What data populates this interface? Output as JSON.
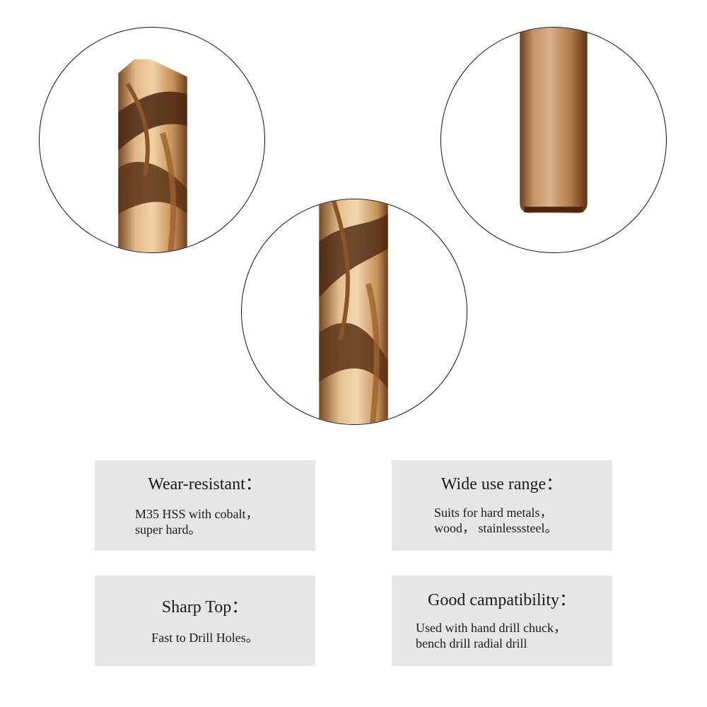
{
  "images": [
    {
      "icon": "drill-bit-tip-icon",
      "description_visible": false
    },
    {
      "icon": "drill-bit-flute-icon",
      "description_visible": false
    },
    {
      "icon": "drill-bit-shank-icon",
      "description_visible": false
    }
  ],
  "colors": {
    "bronze_light": "#e6c08f",
    "bronze_mid": "#c58e55",
    "bronze_dark": "#5a3214",
    "card_bg": "#e6e6e6"
  },
  "features": [
    {
      "title": "Wear-resistant：",
      "lines": [
        "M35 HSS with cobalt，",
        "super hard。"
      ]
    },
    {
      "title": "Wide use range：",
      "lines": [
        "Suits for hard metals，",
        "wood，  stainlesssteel。"
      ]
    },
    {
      "title": "Sharp Top：",
      "lines": [
        "Fast to Drill Holes。"
      ]
    },
    {
      "title": "Good campatibility：",
      "lines": [
        "Used with hand drill chuck，",
        "bench drill radial drill"
      ]
    }
  ]
}
